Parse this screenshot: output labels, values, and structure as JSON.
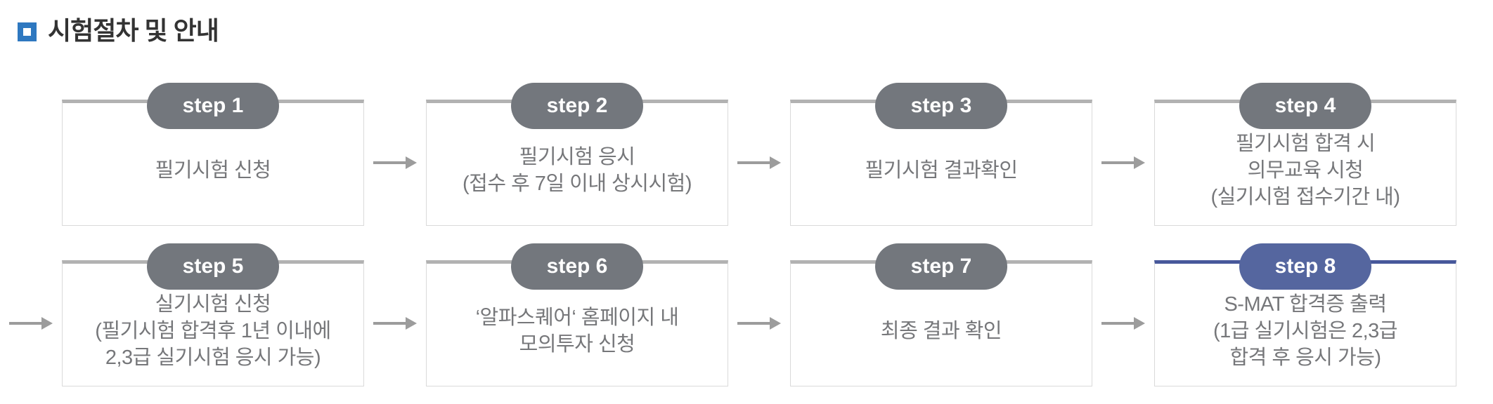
{
  "page": {
    "title": "시험절차 및 안내"
  },
  "icons": {
    "section_bullet": "square-bullet-icon",
    "flow_arrow": "arrow-right-icon"
  },
  "colors": {
    "accent_blue": "#2e78c0",
    "badge_gray": "#73777d",
    "highlight_badge_blue": "#55669f",
    "highlight_top_border_blue": "#47589b",
    "box_border": "#dadada",
    "box_top_border": "#b2b2b2",
    "arrow_gray": "#9c9c9c",
    "body_text_gray": "#76777a",
    "title_color": "#333333"
  },
  "steps": [
    {
      "badge": "step 1",
      "lines": [
        "필기시험 신청"
      ],
      "highlight": false
    },
    {
      "badge": "step 2",
      "lines": [
        "필기시험 응시",
        "(접수 후 7일 이내 상시시험)"
      ],
      "highlight": false
    },
    {
      "badge": "step 3",
      "lines": [
        "필기시험 결과확인"
      ],
      "highlight": false
    },
    {
      "badge": "step 4",
      "lines": [
        "필기시험 합격 시",
        "의무교육 시청",
        "(실기시험 접수기간 내)"
      ],
      "highlight": false
    },
    {
      "badge": "step 5",
      "lines": [
        "실기시험 신청",
        "(필기시험 합격후 1년 이내에",
        "2,3급 실기시험 응시 가능)"
      ],
      "highlight": false
    },
    {
      "badge": "step 6",
      "lines": [
        "‘알파스퀘어‘ 홈페이지 내",
        "모의투자 신청"
      ],
      "highlight": false
    },
    {
      "badge": "step 7",
      "lines": [
        "최종 결과 확인"
      ],
      "highlight": false
    },
    {
      "badge": "step 8",
      "lines": [
        "S-MAT 합격증 출력",
        "(1급 실기시험은 2,3급",
        "합격 후 응시 가능)"
      ],
      "highlight": true
    }
  ]
}
